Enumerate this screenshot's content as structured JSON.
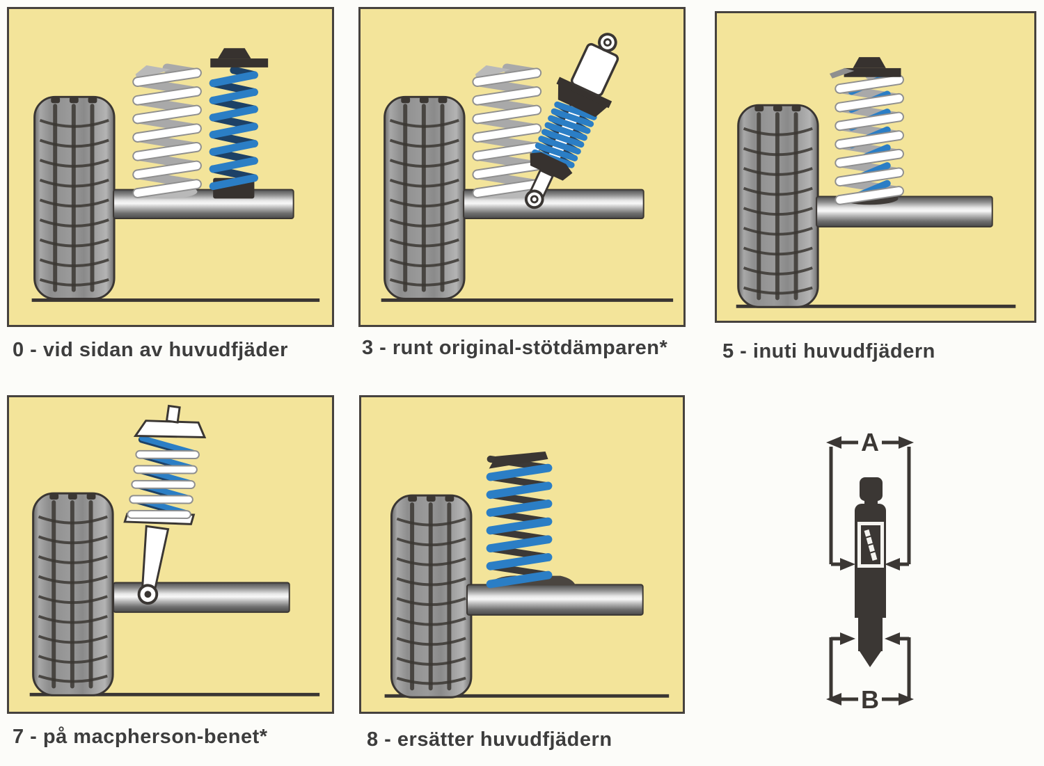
{
  "panels": [
    {
      "id": "0",
      "label": "0 - vid sidan av huvudfjäder"
    },
    {
      "id": "3",
      "label": "3 - runt original-stötdämparen*"
    },
    {
      "id": "5",
      "label": "5 - inuti huvudfjädern"
    },
    {
      "id": "7",
      "label": "7 - på macpherson-benet*"
    },
    {
      "id": "8",
      "label": "8 - ersätter huvudfjädern"
    }
  ],
  "dimension_diagram": {
    "top_label": "A",
    "bottom_label": "B"
  },
  "colors": {
    "panel_background": "#f3e49a",
    "panel_border": "#46423e",
    "helper_spring_blue": "#2b7ec5",
    "helper_spring_navy": "#1d4166",
    "main_spring_white": "#ffffff",
    "metal_black": "#37322f",
    "line_dark": "#3a3633",
    "caption_text": "#3d3d3d"
  }
}
